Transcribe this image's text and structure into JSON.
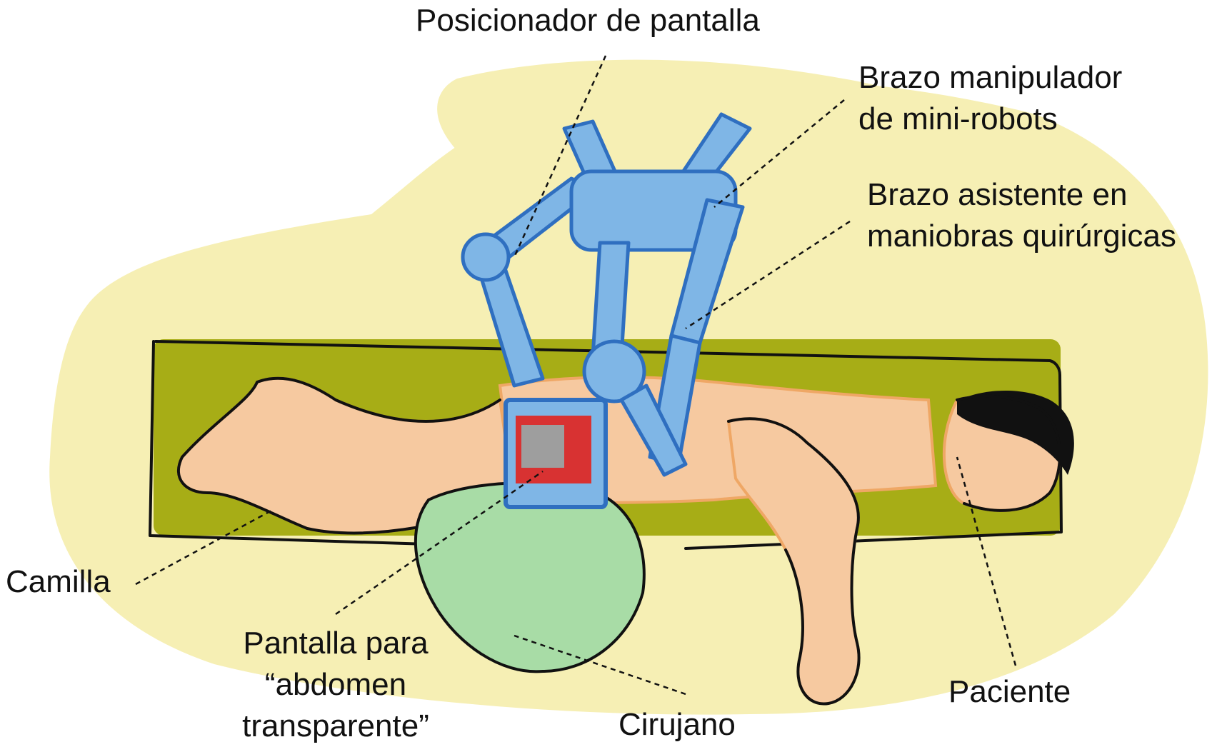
{
  "labels": {
    "screen_positioner": "Posicionador de pantalla",
    "manipulator_arm": [
      "Brazo manipulador",
      "de mini-robots"
    ],
    "assistant_arm": [
      "Brazo asistente en",
      "maniobras quirúrgicas"
    ],
    "stretcher": "Camilla",
    "screen": [
      "Pantalla para",
      "“abdomen",
      "transparente”"
    ],
    "surgeon": "Cirujano",
    "patient": "Paciente"
  },
  "colors": {
    "background_wash": "#f6efb4",
    "stretcher": "#a7ad16",
    "skin": "#f6c9a0",
    "skin_shadow": "#efa765",
    "robot": "#7fb6e6",
    "robot_dark": "#2f6fc0",
    "gown": "#a8dca6",
    "hair": "#111111",
    "screen_red": "#d83232",
    "screen_gray": "#9e9e9e",
    "ink": "#111111"
  }
}
